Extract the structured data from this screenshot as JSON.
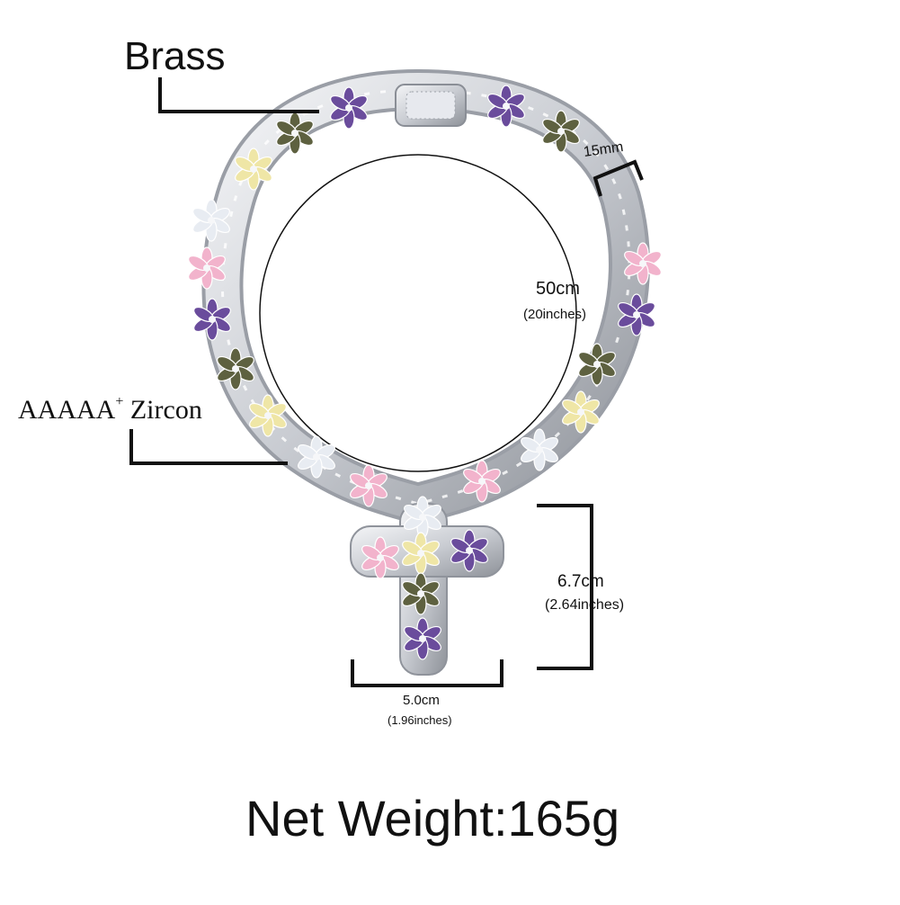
{
  "labels": {
    "material": "Brass",
    "stone_text": "AAAAA",
    "stone_sup": "+",
    "stone_name": " Zircon",
    "link_width": "15mm",
    "length": "50cm",
    "length_imperial": "(20inches)",
    "pendant_height": "6.7cm",
    "pendant_height_imperial": "(2.64inches)",
    "pendant_width": "5.0cm",
    "pendant_width_imperial": "(1.96inches)",
    "net_weight": "Net Weight:165g"
  },
  "gem_colors": {
    "purple": "#6a4c9c",
    "pink": "#f2b3cc",
    "yellow": "#efe6a6",
    "olive": "#5e6140",
    "clear": "#e8ecf2"
  },
  "metal_color": "#c9ccd2"
}
